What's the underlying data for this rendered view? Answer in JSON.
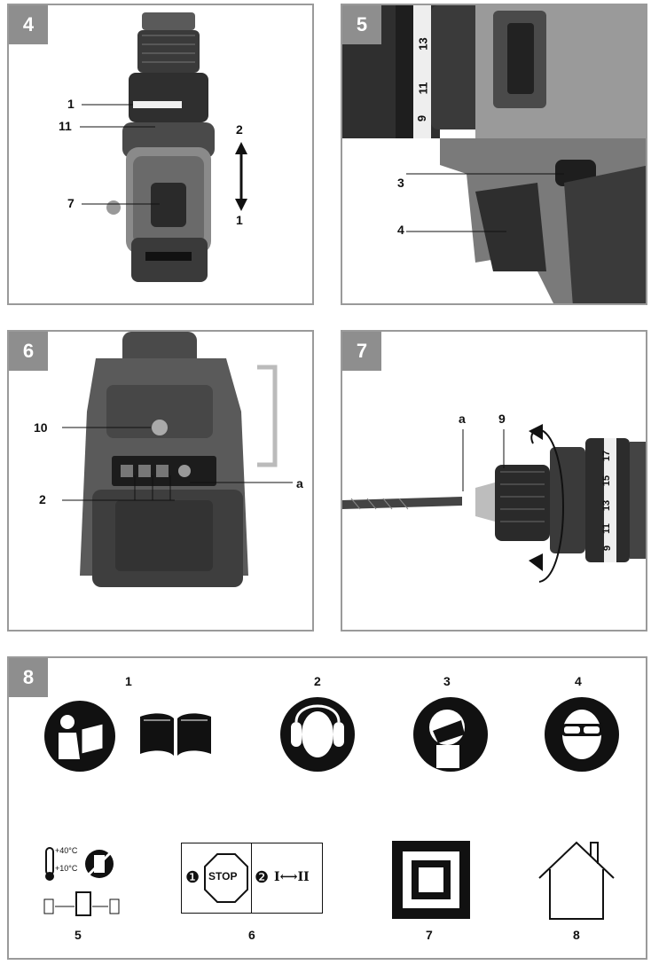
{
  "panels": {
    "p4": {
      "number": "4",
      "callouts": [
        "1",
        "11",
        "7",
        "2",
        "1"
      ]
    },
    "p5": {
      "number": "5",
      "callouts": [
        "3",
        "4"
      ],
      "ring_numbers": [
        "13",
        "11",
        "9"
      ]
    },
    "p6": {
      "number": "6",
      "callouts": [
        "10",
        "2",
        "a"
      ]
    },
    "p7": {
      "number": "7",
      "callouts": [
        "a",
        "9"
      ],
      "ring_numbers": [
        "17",
        "15",
        "13",
        "11",
        "9"
      ]
    },
    "p8": {
      "number": "8",
      "symbols": [
        {
          "number": "1",
          "icon": "read-manual-icon"
        },
        {
          "number": "2",
          "icon": "ear-protection-icon"
        },
        {
          "number": "3",
          "icon": "dust-mask-icon"
        },
        {
          "number": "4",
          "icon": "eye-protection-icon"
        },
        {
          "number": "5",
          "icon": "battery-temperature-icon",
          "temp_high": "+40°C",
          "temp_low": "+10°C"
        },
        {
          "number": "6",
          "icon": "stop-switch-icon",
          "stop_text": "STOP",
          "step1": "❶",
          "step2": "❷",
          "switch_text": "I⟷II"
        },
        {
          "number": "7",
          "icon": "double-insulation-icon"
        },
        {
          "number": "8",
          "icon": "indoor-use-icon"
        }
      ]
    }
  }
}
